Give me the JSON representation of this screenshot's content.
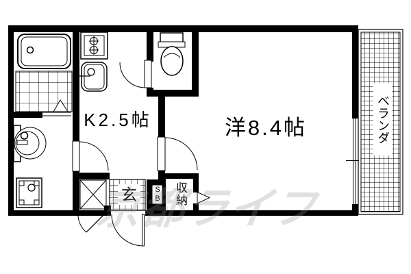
{
  "floorplan": {
    "rooms": {
      "kitchen_label": "K2.5帖",
      "living_label": "洋8.4帖",
      "entrance_label": "玄",
      "shoe_box_label": "SB",
      "storage_label": "収納",
      "balcony_label": "ベランダ"
    },
    "watermark_text": "京都ライフ",
    "fixtures": {
      "bathtub": "bathtub-icon",
      "stove": "two-burner-stove-icon",
      "kitchen_sink": "kitchen-sink-icon",
      "toilet": "toilet-icon",
      "washbasin": "washbasin-icon",
      "washing_machine_pan": "washing-machine-pan-icon",
      "washer_space": "x-box-space-icon"
    },
    "colors": {
      "wall": "#000000",
      "floor": "#ffffff",
      "line": "#000000",
      "watermark": "#8d8d8d"
    }
  }
}
